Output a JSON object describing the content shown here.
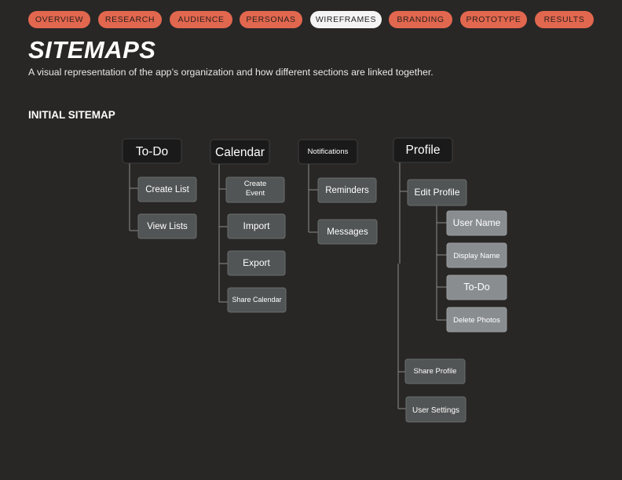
{
  "nav": {
    "tabs": [
      {
        "label": "OVERVIEW",
        "active": false
      },
      {
        "label": "RESEARCH",
        "active": false
      },
      {
        "label": "AUDIENCE",
        "active": false
      },
      {
        "label": "PERSONAS",
        "active": false
      },
      {
        "label": "WIREFRAMES",
        "active": true
      },
      {
        "label": "BRANDING",
        "active": false
      },
      {
        "label": "PROTOTYPE",
        "active": false
      },
      {
        "label": "RESULTS",
        "active": false
      }
    ]
  },
  "header": {
    "title": "SITEMAPS",
    "subtitle": "A visual representation of the app’s organization and how different sections are linked together."
  },
  "sitemap": {
    "heading": "INITIAL SITEMAP",
    "columns": [
      {
        "label": "To-Do",
        "children": [
          {
            "label": "Create List"
          },
          {
            "label": "View Lists"
          }
        ]
      },
      {
        "label": "Calendar",
        "children": [
          {
            "label": "Create Event"
          },
          {
            "label": "Import"
          },
          {
            "label": "Export"
          },
          {
            "label": "Share Calendar"
          }
        ]
      },
      {
        "label": "Notifications",
        "children": [
          {
            "label": "Reminders"
          },
          {
            "label": "Messages"
          }
        ]
      },
      {
        "label": "Profile",
        "children": [
          {
            "label": "Edit Profile",
            "children": [
              {
                "label": "User Name"
              },
              {
                "label": "Display Name"
              },
              {
                "label": "To-Do"
              },
              {
                "label": "Delete Photos"
              }
            ]
          },
          {
            "label": "Share Profile"
          },
          {
            "label": "User Settings"
          }
        ]
      }
    ]
  },
  "colors": {
    "background": "#282726",
    "pill": "#e2674f",
    "pill_active": "#f4f4f4",
    "root_node": "#1b1a1a",
    "child_node": "#525555",
    "grandchild_node": "#8a8d90",
    "connector": "#8c8c8c"
  }
}
